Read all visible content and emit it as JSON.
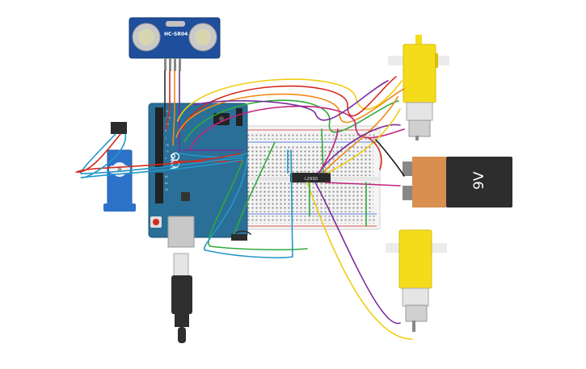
{
  "labels": {
    "ultrasonic": "HC-SR04",
    "arduino": "UNO",
    "driver": "L293D",
    "battery": "9V"
  },
  "colors": {
    "background": "#ffffff",
    "arduino_board": "#2a6f97",
    "arduino_edge": "#1c5578",
    "breadboard": "#f4f4f4",
    "sensor_board": "#1f4f9c",
    "motor_body": "#f4dc1a",
    "battery_label": "#d88f4f",
    "battery_body": "#2d2d2d",
    "servo_body": "#2c72c9",
    "wire_red": "#d42a1e",
    "wire_orange": "#ef8a14",
    "wire_yellow": "#f1cc12",
    "wire_green": "#2faa3c",
    "wire_purple": "#7a2d9c",
    "wire_blue": "#2397c9",
    "wire_magenta": "#c2247c",
    "wire_black": "#1a1a1a"
  },
  "icons": [
    "ultrasonic-sensor-icon",
    "arduino-uno-board-icon",
    "breadboard-icon",
    "motor-driver-chip-icon",
    "dc-gear-motor-icon",
    "battery-9v-icon",
    "servo-motor-icon",
    "usb-cable-icon"
  ]
}
